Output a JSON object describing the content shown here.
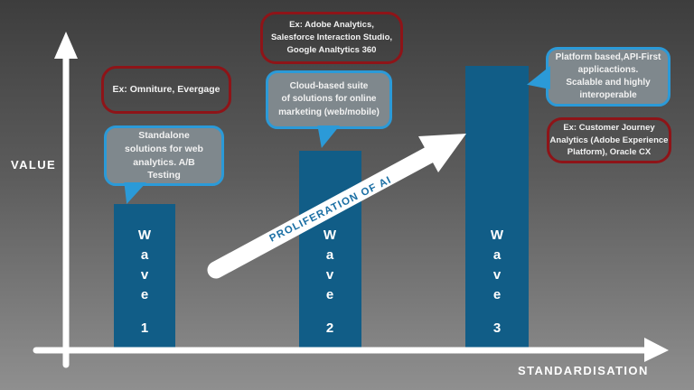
{
  "diagram": {
    "y_axis_label": "VALUE",
    "x_axis_label": "STANDARDISATION",
    "arrow_label": "PROLIFERATION OF AI"
  },
  "waves": [
    {
      "name": "Wave",
      "number": "1",
      "example": "Ex: Omniture, Evergage",
      "description": "Standalone\nsolutions for web\nanalytics. A/B\nTesting"
    },
    {
      "name": "Wave",
      "number": "2",
      "example": "Ex: Adobe Analytics,\nSalesforce Interaction Studio,\nGoogle Analtytics 360",
      "description": "Cloud-based suite\nof solutions for online\nmarketing (web/mobile)"
    },
    {
      "name": "Wave",
      "number": "3",
      "example": "Ex: Customer Journey\nAnalytics (Adobe Experience\nPlatform), Oracle CX",
      "description": "Platform  based,API-First\napplicactions.\nScalable and highly\ninteroperable"
    }
  ],
  "colors": {
    "bar_fill": "#115d87",
    "blue_bubble_border": "#2b9ad8",
    "red_bubble_border": "#8e1418",
    "bubble_fill": "#7f888d",
    "arrow_text": "#1b6fa4",
    "axis": "#ffffff"
  }
}
